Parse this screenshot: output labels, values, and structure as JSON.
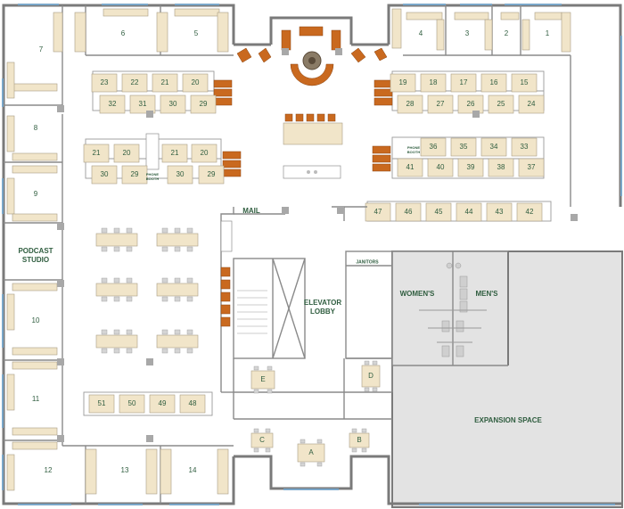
{
  "rooms": {
    "offices_top": [
      "7",
      "6",
      "5",
      "4",
      "3",
      "2",
      "1"
    ],
    "offices_left": [
      "8",
      "9",
      "10",
      "11",
      "12"
    ],
    "offices_bottom": [
      "13",
      "14"
    ],
    "podcast": [
      "PODCAST",
      "STUDIO"
    ],
    "mail": "MAIL",
    "elevator": [
      "ELEVATOR",
      "LOBBY"
    ],
    "janitors": "JANITORS",
    "womens": "WOMEN'S",
    "mens": "MEN'S",
    "expansion": "EXPANSION SPACE",
    "phone_booth": [
      "PHONE",
      "BOOTH"
    ]
  },
  "desks": {
    "left_row1": [
      "23",
      "22",
      "21",
      "20"
    ],
    "left_row2": [
      "32",
      "31",
      "30",
      "29"
    ],
    "left_row3": [
      "21",
      "20",
      "21",
      "20"
    ],
    "left_row4": [
      "30",
      "29",
      "30",
      "29"
    ],
    "right_row1": [
      "19",
      "18",
      "17",
      "16",
      "15"
    ],
    "right_row2": [
      "28",
      "27",
      "26",
      "25",
      "24"
    ],
    "right_row3": [
      "36",
      "35",
      "34",
      "33"
    ],
    "right_row4": [
      "41",
      "40",
      "39",
      "38",
      "37"
    ],
    "right_row5": [
      "47",
      "46",
      "45",
      "44",
      "43",
      "42"
    ],
    "bottom_row": [
      "51",
      "50",
      "49",
      "48"
    ]
  },
  "conference": [
    "A",
    "B",
    "C",
    "D",
    "E"
  ],
  "colors": {
    "label": "#2f5d3f",
    "desk_fill": "#f1e5c9",
    "accent_orange": "#c9691f",
    "wall": "#7a7a7a",
    "window": "#7aa7c9",
    "expansion_fill": "#e3e3e3"
  }
}
